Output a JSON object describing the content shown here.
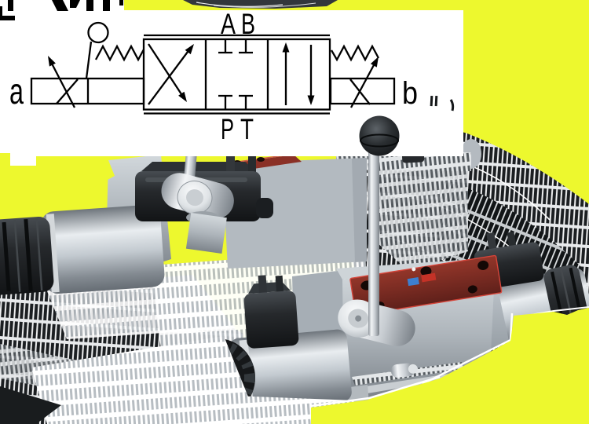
{
  "background_color": "#edf82e",
  "panel": {
    "color": "#ffffff"
  },
  "schematic": {
    "line_color": "#000000",
    "labels": {
      "left_actuator": "a",
      "right_actuator": "b",
      "port_a": "A",
      "port_b": "B",
      "port_p": "P",
      "port_t": "T"
    }
  },
  "render": {
    "metal_color": "#b3bac0",
    "chrome_color": "#e8ecef",
    "black_component_color": "#1b1e21",
    "subplate_red_color": "#8a3026",
    "brass_pin_color": "#b5893c",
    "sticker_blue": "#3d7fd0",
    "sticker_red": "#c43227",
    "components": [
      {
        "name": "rear-solenoid-coil"
      },
      {
        "name": "rear-din-connector"
      },
      {
        "name": "rear-lever-linkage"
      },
      {
        "name": "front-solenoid-coil"
      },
      {
        "name": "front-din-connector"
      },
      {
        "name": "manual-lever-ball"
      },
      {
        "name": "right-solenoid-coil"
      },
      {
        "name": "right-din-connector"
      },
      {
        "name": "red-mounting-plate"
      }
    ]
  }
}
